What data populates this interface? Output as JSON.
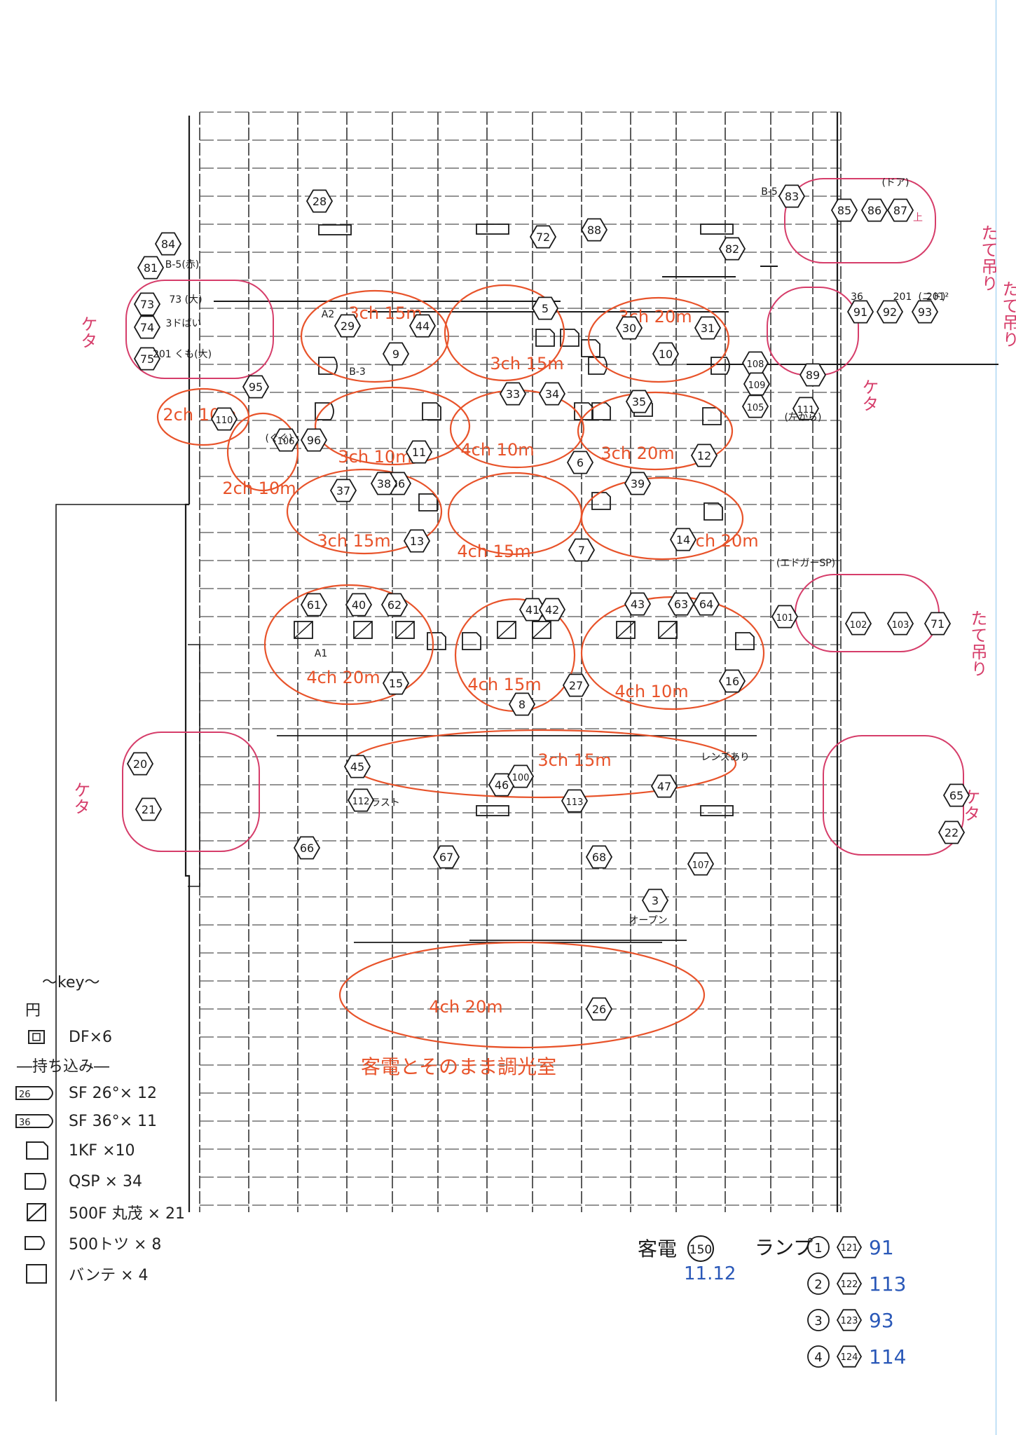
{
  "rig": {
    "hex_bubbles": [
      "84",
      "81",
      "73",
      "74",
      "75",
      "91",
      "92",
      "93",
      "82",
      "83",
      "85",
      "86",
      "87",
      "5",
      "9",
      "10",
      "30",
      "31",
      "33",
      "34",
      "35",
      "11",
      "12",
      "6",
      "36",
      "37",
      "38",
      "39",
      "13",
      "14",
      "7",
      "40",
      "41",
      "42",
      "43",
      "63",
      "64",
      "61",
      "62",
      "15",
      "8",
      "16",
      "27",
      "28",
      "29",
      "44",
      "45",
      "46",
      "47",
      "65",
      "66",
      "67",
      "68",
      "107",
      "108",
      "109",
      "105",
      "106",
      "96",
      "95",
      "110",
      "111",
      "112",
      "113",
      "3",
      "20",
      "21",
      "22",
      "26",
      "100",
      "101",
      "102",
      "103",
      "71",
      "72",
      "88",
      "89"
    ],
    "group_labels": [
      {
        "text": "3ch 15m",
        "color": "#e8532a"
      },
      {
        "text": "3ch 15m",
        "color": "#e8532a"
      },
      {
        "text": "3ch 20m",
        "color": "#e8532a"
      },
      {
        "text": "2ch 10m",
        "color": "#e8532a"
      },
      {
        "text": "3ch 10m",
        "color": "#e8532a"
      },
      {
        "text": "4ch 10m",
        "color": "#e8532a"
      },
      {
        "text": "3ch 20m",
        "color": "#e8532a"
      },
      {
        "text": "2ch 10m",
        "color": "#e8532a"
      },
      {
        "text": "3ch 15m",
        "color": "#e8532a"
      },
      {
        "text": "4ch 15m",
        "color": "#e8532a"
      },
      {
        "text": "3ch 20m",
        "color": "#e8532a"
      },
      {
        "text": "4ch 20m",
        "color": "#e8532a"
      },
      {
        "text": "4ch 15m",
        "color": "#e8532a"
      },
      {
        "text": "4ch 10m",
        "color": "#e8532a"
      },
      {
        "text": "3ch 15m",
        "color": "#e8532a"
      },
      {
        "text": "4ch 20m",
        "color": "#e8532a"
      }
    ],
    "side_labels": [
      "ケタ",
      "ケタ",
      "ケタ",
      "ケタ",
      "たて吊り",
      "たて吊り",
      "たて吊り"
    ],
    "circuit_labels": [
      "A2",
      "A1",
      "B-3",
      "B-5",
      "36",
      "201",
      "201²",
      "(ドア)",
      "上",
      "(ニド)",
      "(エドガーSP)",
      "ラスト",
      "オープン",
      "レンズあり",
      "(左から)",
      "(ぐぐ)",
      "73 (大)",
      "3ドばい",
      "201 くも(大)",
      "B-5(赤)"
    ],
    "note_1": "客電とそのまま調光室",
    "house_light": {
      "label": "客電",
      "number": "150",
      "date": "11.12"
    },
    "lamp": {
      "label": "ランプ",
      "rows": [
        {
          "num": "1",
          "ch": "121",
          "value": "91"
        },
        {
          "num": "2",
          "ch": "122",
          "value": "113"
        },
        {
          "num": "3",
          "ch": "123",
          "value": "93"
        },
        {
          "num": "4",
          "ch": "124",
          "value": "114"
        }
      ]
    },
    "colors": {
      "cable": "#e8532a",
      "gel_red": "#d8264a",
      "gel_blue": "#2a58b8",
      "side_pink": "#d63d6a",
      "ink": "#1a1a1a"
    }
  },
  "legend": {
    "title": "～key～",
    "section_1": "円",
    "item_df": "DF×6",
    "section_2": "―持ち込み―",
    "sf26_tag": "26",
    "sf26_label": "SF 26°× 12",
    "sf36_tag": "36",
    "sf36_label": "SF 36°× 11",
    "kf_label": "1KF ×10",
    "qsp_label": "QSP × 34",
    "f500_label": "500F 丸茂 × 21",
    "t500_label": "500トツ × 8",
    "bante_label": "バンテ × 4"
  }
}
